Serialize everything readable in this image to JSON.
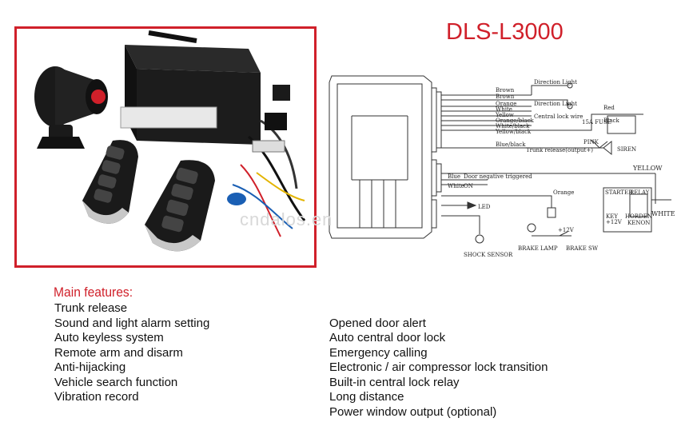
{
  "header": {
    "model": "DLS-L3000"
  },
  "watermark": "cndalos.en",
  "diagram": {
    "labels": {
      "brown1": "Brown",
      "brown2": "Brown",
      "orange": "Orange",
      "white": "White",
      "yellow": "Yellow",
      "orange_black": "Orange/black",
      "white_black": "White/black",
      "yellow_black": "Yellow/black",
      "blue_black": "Blue/black",
      "trunk": "Trunk release(output+)",
      "direction_light1": "Direction Light",
      "direction_light2": "Direction Light",
      "central_lock_wire": "Central lock wire",
      "red": "Red",
      "black": "Black",
      "pink": "PINK",
      "siren": "SIREN",
      "blue": "Blue",
      "white2": "White",
      "door_neg": "Door negative triggered",
      "on": "ON",
      "yellow_cap": "YELLOW",
      "orange2": "Orange",
      "led": "LED",
      "plus12": "+12V",
      "brake_lamp": "BRAKE LAMP",
      "brake_sw": "BRAKE SW",
      "shock_sensor": "SHOCK SENSOR",
      "starter": "STARTER",
      "relay": "RELAY",
      "white_cap": "WHITE",
      "key": "KEY",
      "vbat": "+12V",
      "kenon": "KENON",
      "horden": "HORDEN",
      "fuse": "15A FUSE"
    }
  },
  "features": {
    "title": "Main features:",
    "left": [
      "Trunk release",
      "Sound and light alarm setting",
      "Auto keyless system",
      "Remote arm and disarm",
      "Anti-hijacking",
      "Vehicle search function",
      "Vibration record"
    ],
    "right": [
      "Opened door alert",
      "Auto central door lock",
      "Emergency calling",
      "Electronic / air compressor lock transition",
      "Built-in central lock relay",
      "Long distance",
      "Power window output (optional)"
    ]
  },
  "colors": {
    "accent": "#d0202a",
    "text": "#111111"
  }
}
